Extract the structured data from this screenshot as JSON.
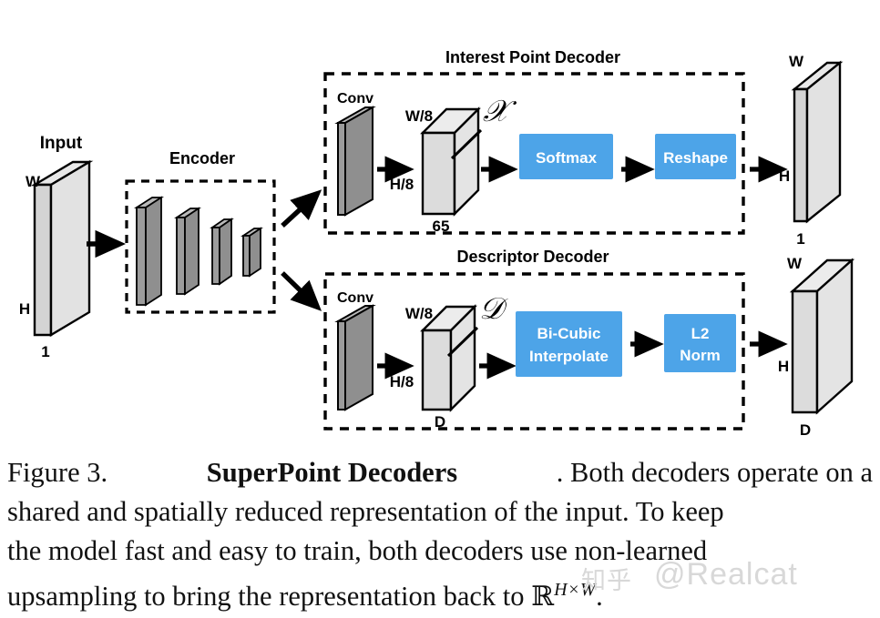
{
  "figure": {
    "background_color": "#ffffff",
    "stroke_color": "#000000",
    "accent_blue": "#4da4e8",
    "slab_light": "#dedede",
    "slab_dark": "#8a8a8a"
  },
  "input_block": {
    "title": "Input",
    "dim_width": "W",
    "dim_height": "H",
    "dim_depth": "1"
  },
  "encoder_block": {
    "title": "Encoder",
    "layer_count": 4
  },
  "interest_point_decoder": {
    "title": "Interest Point Decoder",
    "conv_label": "Conv",
    "tensor": {
      "dim_width": "W/8",
      "dim_height": "H/8",
      "dim_depth": "65",
      "symbol": "𝒳"
    },
    "ops": [
      {
        "label": "Softmax"
      },
      {
        "label": "Reshape"
      }
    ],
    "output": {
      "dim_width": "W",
      "dim_height": "H",
      "dim_depth": "1"
    }
  },
  "descriptor_decoder": {
    "title": "Descriptor Decoder",
    "conv_label": "Conv",
    "tensor": {
      "dim_width": "W/8",
      "dim_height": "H/8",
      "dim_depth": "D",
      "symbol": "𝒟"
    },
    "ops": [
      {
        "label_line1": "Bi-Cubic",
        "label_line2": "Interpolate"
      },
      {
        "label_line1": "L2",
        "label_line2": "Norm"
      }
    ],
    "output": {
      "dim_width": "W",
      "dim_height": "H",
      "dim_depth": "D"
    }
  },
  "caption": {
    "prefix": "Figure 3.",
    "bold_title": "SuperPoint Decoders",
    "line1_rest": ". Both decoders operate on a",
    "line2": "shared and spatially reduced representation of the input. To keep",
    "line3": "the model fast and easy to train, both decoders use non-learned",
    "line4_start": "upsampling to bring the representation back to",
    "math_symbol": "ℝ",
    "math_superscript": "H×W",
    "line4_end": "."
  },
  "watermark": {
    "chinese": "知乎",
    "handle": "@Realcat"
  }
}
